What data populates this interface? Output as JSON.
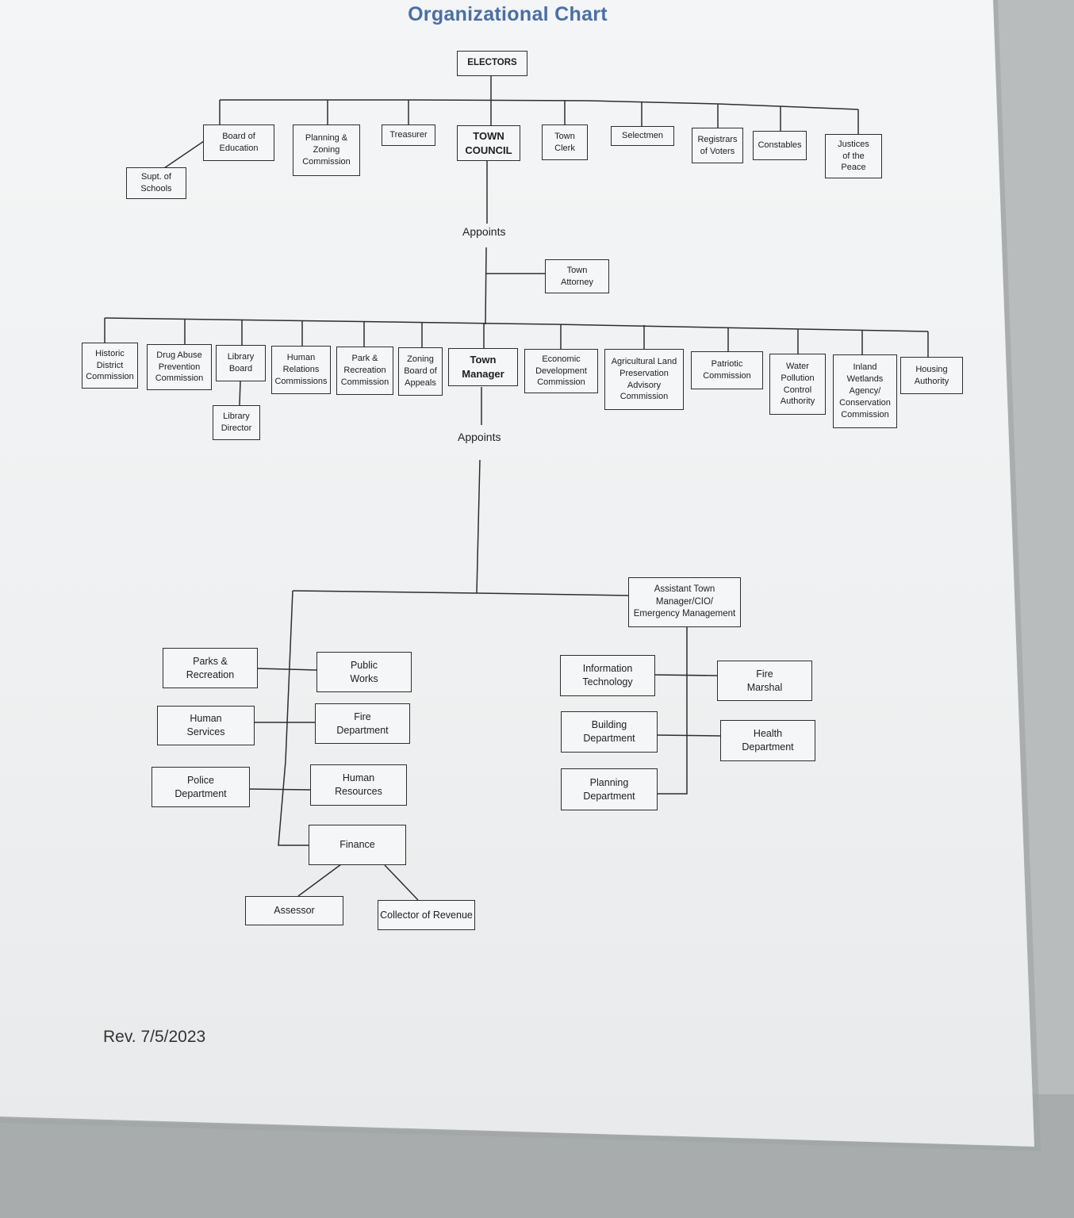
{
  "title": "Organizational Chart",
  "electors": "ELECTORS",
  "board_of_education": "Board of\nEducation",
  "supt_of_schools": "Supt. of\nSchools",
  "planning_zoning_commission": "Planning &\nZoning\nCommission",
  "treasurer": "Treasurer",
  "town_council": "TOWN\nCOUNCIL",
  "town_clerk": "Town\nClerk",
  "selectmen": "Selectmen",
  "registrars_of_voters": "Registrars\nof Voters",
  "constables": "Constables",
  "justices_of_the_peace": "Justices\nof the\nPeace",
  "appoints_council": "Appoints",
  "town_attorney": "Town\nAttorney",
  "commissions": {
    "historic_district": "Historic\nDistrict\nCommission",
    "drug_abuse_prevention": "Drug Abuse\nPrevention\nCommission",
    "library_board": "Library\nBoard",
    "library_director": "Library\nDirector",
    "human_relations": "Human\nRelations\nCommissions",
    "park_recreation": "Park &\nRecreation\nCommission",
    "zoning_board_appeals": "Zoning\nBoard of\nAppeals",
    "economic_development": "Economic\nDevelopment\nCommission",
    "agricultural_land": "Agricultural Land\nPreservation\nAdvisory\nCommission",
    "patriotic": "Patriotic\nCommission",
    "water_pollution": "Water\nPollution\nControl\nAuthority",
    "inland_wetlands": "Inland\nWetlands\nAgency/\nConservation\nCommission",
    "housing_authority": "Housing\nAuthority"
  },
  "town_manager": "Town\nManager",
  "appoints_manager": "Appoints",
  "assistant_town_manager": "Assistant Town\nManager/CIO/\nEmergency Management",
  "departments": {
    "parks_recreation": "Parks &\nRecreation",
    "public_works": "Public\nWorks",
    "human_services": "Human\nServices",
    "fire_department": "Fire\nDepartment",
    "police_department": "Police\nDepartment",
    "human_resources": "Human\nResources",
    "finance": "Finance",
    "assessor": "Assessor",
    "collector_of_revenue": "Collector of Revenue",
    "information_technology": "Information\nTechnology",
    "fire_marshal": "Fire\nMarshal",
    "building_department": "Building\nDepartment",
    "health_department": "Health\nDepartment",
    "planning_department": "Planning\nDepartment"
  },
  "revision": "Rev. 7/5/2023",
  "colors": {
    "title": "#4a6fa5",
    "line": "#2e2e2e",
    "paper": "#f1f3f4"
  }
}
